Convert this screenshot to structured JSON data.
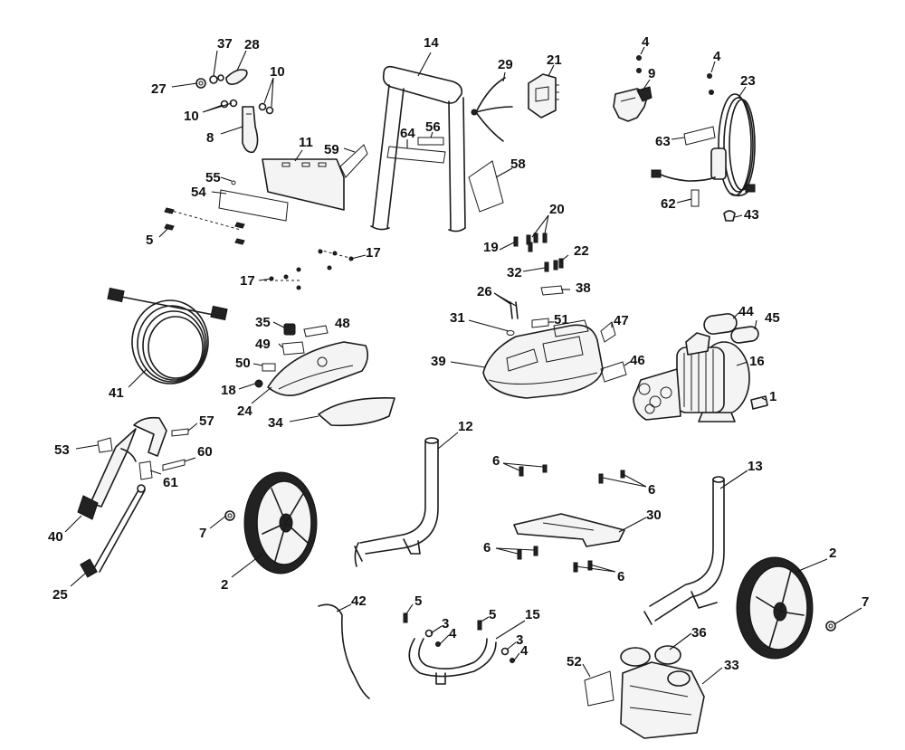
{
  "diagram": {
    "callouts": [
      {
        "id": "c27",
        "text": "27"
      },
      {
        "id": "c37",
        "text": "37"
      },
      {
        "id": "c28",
        "text": "28"
      },
      {
        "id": "c10a",
        "text": "10"
      },
      {
        "id": "c10b",
        "text": "10"
      },
      {
        "id": "c8",
        "text": "8"
      },
      {
        "id": "c11",
        "text": "11"
      },
      {
        "id": "c55",
        "text": "55"
      },
      {
        "id": "c54",
        "text": "54"
      },
      {
        "id": "c5a",
        "text": "5"
      },
      {
        "id": "c14",
        "text": "14"
      },
      {
        "id": "c59",
        "text": "59"
      },
      {
        "id": "c64",
        "text": "64"
      },
      {
        "id": "c56",
        "text": "56"
      },
      {
        "id": "c29",
        "text": "29"
      },
      {
        "id": "c21",
        "text": "21"
      },
      {
        "id": "c58",
        "text": "58"
      },
      {
        "id": "c4a",
        "text": "4"
      },
      {
        "id": "c9",
        "text": "9"
      },
      {
        "id": "c4b",
        "text": "4"
      },
      {
        "id": "c23",
        "text": "23"
      },
      {
        "id": "c63",
        "text": "63"
      },
      {
        "id": "c62",
        "text": "62"
      },
      {
        "id": "c43",
        "text": "43"
      },
      {
        "id": "c20",
        "text": "20"
      },
      {
        "id": "c19",
        "text": "19"
      },
      {
        "id": "c22",
        "text": "22"
      },
      {
        "id": "c32",
        "text": "32"
      },
      {
        "id": "c38",
        "text": "38"
      },
      {
        "id": "c17a",
        "text": "17"
      },
      {
        "id": "c17b",
        "text": "17"
      },
      {
        "id": "c26",
        "text": "26"
      },
      {
        "id": "c31",
        "text": "31"
      },
      {
        "id": "c51",
        "text": "51"
      },
      {
        "id": "c47",
        "text": "47"
      },
      {
        "id": "c39",
        "text": "39"
      },
      {
        "id": "c46",
        "text": "46"
      },
      {
        "id": "c44",
        "text": "44"
      },
      {
        "id": "c45",
        "text": "45"
      },
      {
        "id": "c16",
        "text": "16"
      },
      {
        "id": "c1",
        "text": "1"
      },
      {
        "id": "c41",
        "text": "41"
      },
      {
        "id": "c35",
        "text": "35"
      },
      {
        "id": "c48",
        "text": "48"
      },
      {
        "id": "c49",
        "text": "49"
      },
      {
        "id": "c50",
        "text": "50"
      },
      {
        "id": "c18",
        "text": "18"
      },
      {
        "id": "c24",
        "text": "24"
      },
      {
        "id": "c34",
        "text": "34"
      },
      {
        "id": "c53",
        "text": "53"
      },
      {
        "id": "c57",
        "text": "57"
      },
      {
        "id": "c60",
        "text": "60"
      },
      {
        "id": "c61",
        "text": "61"
      },
      {
        "id": "c40",
        "text": "40"
      },
      {
        "id": "c25",
        "text": "25"
      },
      {
        "id": "c7a",
        "text": "7"
      },
      {
        "id": "c2a",
        "text": "2"
      },
      {
        "id": "c12",
        "text": "12"
      },
      {
        "id": "c6a",
        "text": "6"
      },
      {
        "id": "c6b",
        "text": "6"
      },
      {
        "id": "c30",
        "text": "30"
      },
      {
        "id": "c6c",
        "text": "6"
      },
      {
        "id": "c6d",
        "text": "6"
      },
      {
        "id": "c13",
        "text": "13"
      },
      {
        "id": "c42",
        "text": "42"
      },
      {
        "id": "c5b",
        "text": "5"
      },
      {
        "id": "c3a",
        "text": "3"
      },
      {
        "id": "c4c",
        "text": "4"
      },
      {
        "id": "c5c",
        "text": "5"
      },
      {
        "id": "c15",
        "text": "15"
      },
      {
        "id": "c3b",
        "text": "3"
      },
      {
        "id": "c4d",
        "text": "4"
      },
      {
        "id": "c2b",
        "text": "2"
      },
      {
        "id": "c7b",
        "text": "7"
      },
      {
        "id": "c36",
        "text": "36"
      },
      {
        "id": "c52",
        "text": "52"
      },
      {
        "id": "c33",
        "text": "33"
      }
    ]
  }
}
